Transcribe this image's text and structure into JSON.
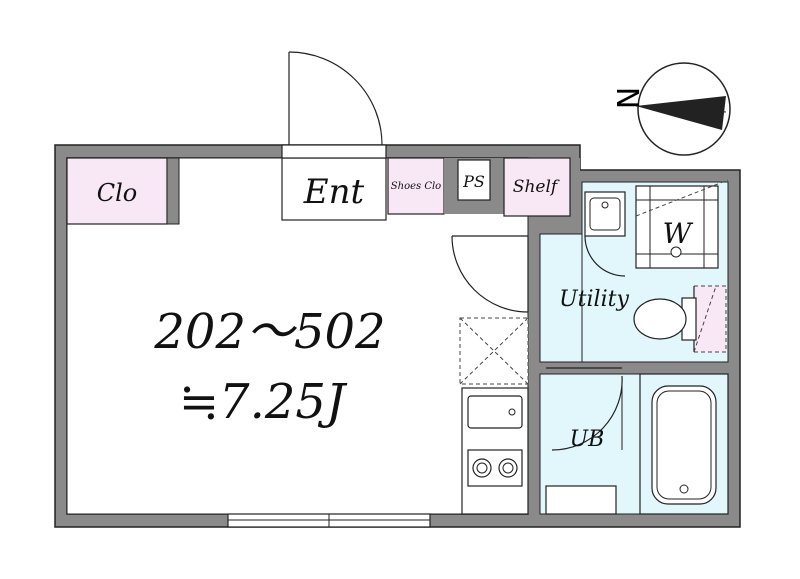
{
  "rooms": {
    "closet": "Clo",
    "entrance": "Ent",
    "shoes_closet": "Shoes Clo",
    "pipe_space": "PS",
    "shelf": "Shelf",
    "washer": "W",
    "utility": "Utility",
    "unit_bath": "UB"
  },
  "main_room": {
    "unit_numbers": "202～502",
    "area": "≒7.25J"
  },
  "compass": {
    "north_label": "N"
  },
  "colors": {
    "wall": "#8a8a8a",
    "closet_fill": "#f8e8f6",
    "wet_area_fill": "#e2f7fb",
    "line": "#222222"
  }
}
